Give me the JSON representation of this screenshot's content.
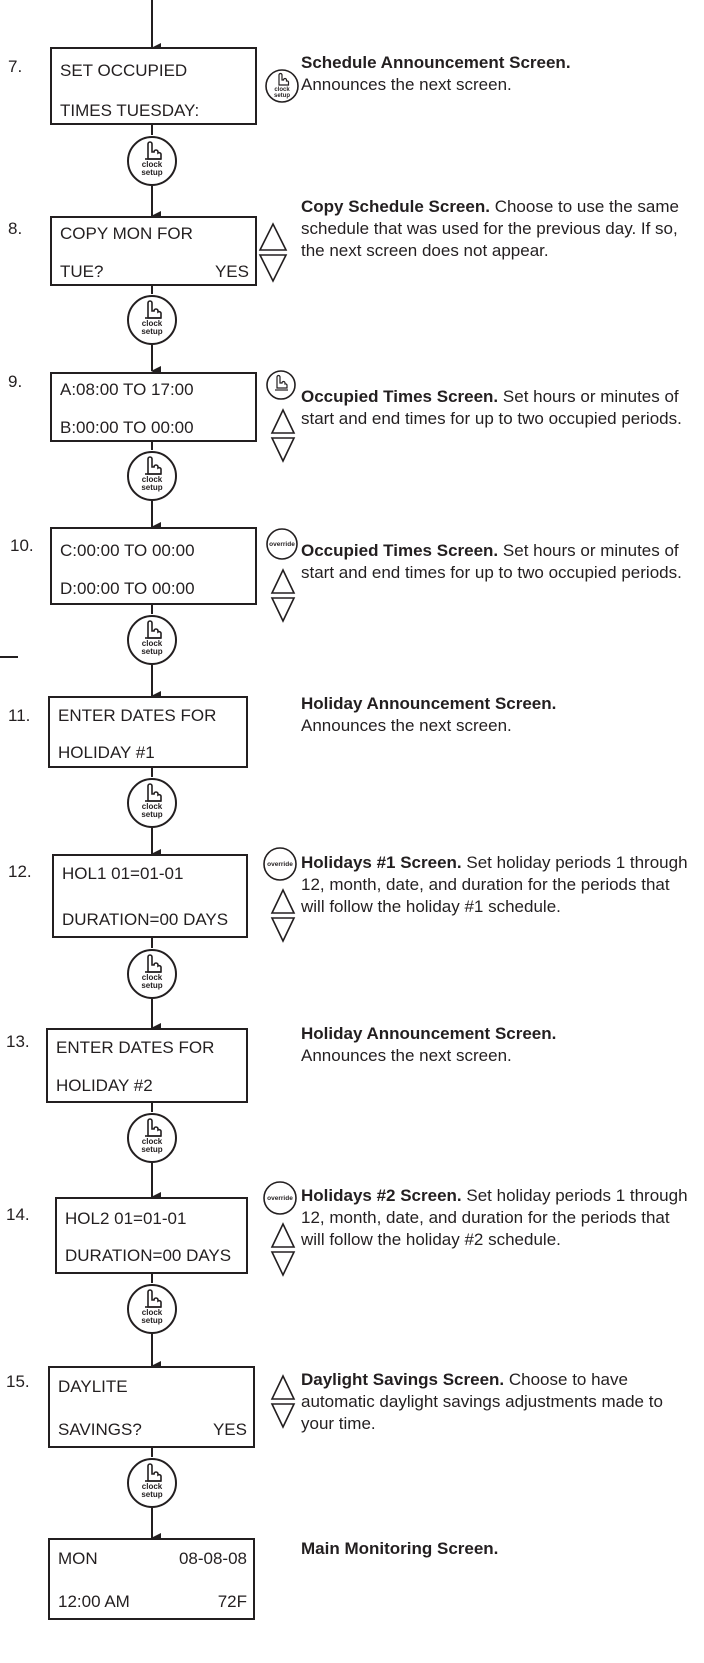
{
  "button_labels": {
    "clock": "clock",
    "setup": "setup",
    "override": "override"
  },
  "steps": [
    {
      "num": "7.",
      "line1": "SET OCCUPIED",
      "line1_right": "",
      "line2": "TIMES TUESDAY:",
      "line2_right": "",
      "title": "Schedule Announcement Screen.",
      "text": "Announces the next screen.",
      "side_icon": "clock-setup"
    },
    {
      "num": "8.",
      "line1": "COPY MON FOR",
      "line1_right": "",
      "line2": "TUE?",
      "line2_right": "YES",
      "title": "Copy Schedule Screen.",
      "text": "Choose to use the same schedule that was used for the previous day. If so, the next screen does not appear.",
      "side_icon": "up-down"
    },
    {
      "num": "9.",
      "line1": "A:08:00 TO 17:00",
      "line1_right": "",
      "line2": "B:00:00 TO 00:00",
      "line2_right": "",
      "title": "Occupied Times Screen.",
      "text": "Set hours or minutes of start and end times for up to two occupied periods.",
      "side_icon": "hand+up-down"
    },
    {
      "num": "10.",
      "line1": "C:00:00 TO 00:00",
      "line1_right": "",
      "line2": "D:00:00 TO 00:00",
      "line2_right": "",
      "title": "Occupied Times Screen.",
      "text": "Set hours or minutes of start and end times for up to two occupied periods.",
      "side_icon": "override+up-down"
    },
    {
      "num": "11.",
      "line1": "ENTER DATES FOR",
      "line1_right": "",
      "line2": "HOLIDAY #1",
      "line2_right": "",
      "title": "Holiday Announcement Screen.",
      "text": "Announces the next screen.",
      "side_icon": ""
    },
    {
      "num": "12.",
      "line1": "HOL1 01=01-01",
      "line1_right": "",
      "line2": "DURATION=00 DAYS",
      "line2_right": "",
      "title": "Holidays #1  Screen.",
      "text": "Set holiday periods 1 through 12, month, date, and duration for the periods that will follow the holiday #1 schedule.",
      "side_icon": "override+up-down"
    },
    {
      "num": "13.",
      "line1": "ENTER DATES FOR",
      "line1_right": "",
      "line2": "HOLIDAY #2",
      "line2_right": "",
      "title": "Holiday Announcement Screen.",
      "text": "Announces the next screen.",
      "side_icon": ""
    },
    {
      "num": "14.",
      "line1": "HOL2 01=01-01",
      "line1_right": "",
      "line2": "DURATION=00 DAYS",
      "line2_right": "",
      "title": "Holidays #2  Screen.",
      "text": "Set holiday periods 1 through 12, month, date, and duration for the periods that will follow the holiday #2 schedule.",
      "side_icon": "override+up-down"
    },
    {
      "num": "15.",
      "line1": "DAYLITE",
      "line1_right": "",
      "line2": "SAVINGS?",
      "line2_right": "YES",
      "title": "Daylight Savings Screen.",
      "text": "Choose to have automatic daylight savings adjustments made to your time.",
      "side_icon": "up-down"
    },
    {
      "num": "",
      "line1": "MON",
      "line1_right": "08-08-08",
      "line2": "12:00 AM",
      "line2_right": "72F",
      "title": "Main Monitoring Screen.",
      "text": "",
      "side_icon": ""
    }
  ]
}
